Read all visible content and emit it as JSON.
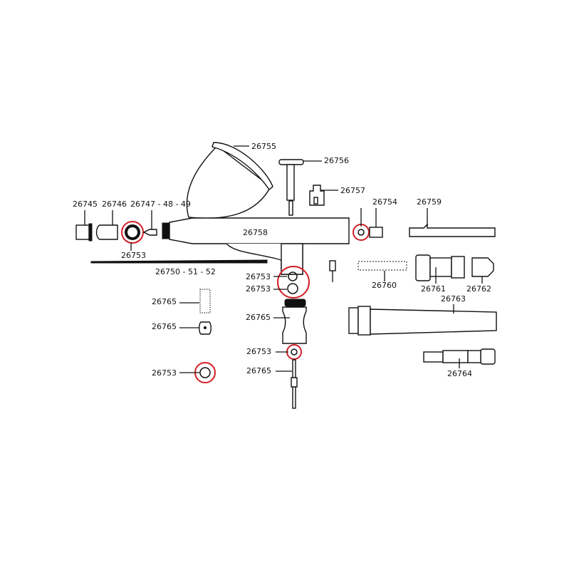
{
  "diagram": {
    "title": "Airbrush exploded parts diagram",
    "highlight_color": "#d21f26",
    "labels": {
      "cup_lid": "26755",
      "trigger": "26756",
      "trigger_guide": "26757",
      "rear_seal": "26754",
      "needle_chuck": "26759",
      "needle_cap": "26745",
      "air_cap": "26746",
      "nozzle": "26747 - 48 - 49",
      "nozzle_seal": "26753",
      "body": "26758",
      "needle": "26750 - 51 - 52",
      "spring": "26760",
      "spring_guide": "26761",
      "chuck_nut": "26762",
      "handle": "26763",
      "seal_valve_1": "26753",
      "seal_valve_2": "26753",
      "valve_spring": "26765",
      "valve_clip": "26765",
      "valve_body": "26765",
      "seal_valve_3": "26753",
      "valve_stem": "26765",
      "seal_loose": "26753",
      "needle_stop": "26764"
    }
  }
}
